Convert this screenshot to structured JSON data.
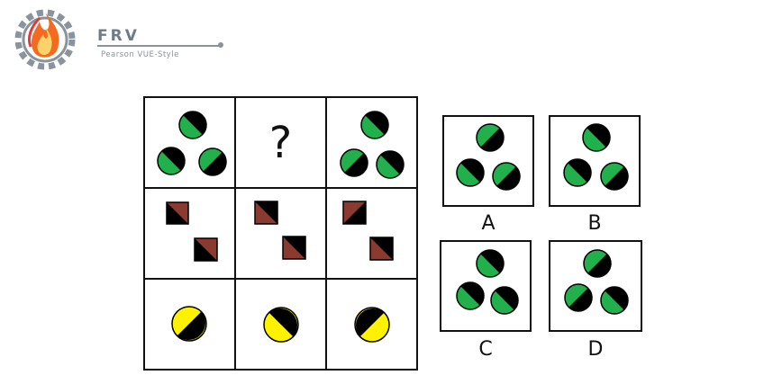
{
  "logo": {
    "text": "FRV",
    "subtitle": "Pearson VUE-Style"
  },
  "matrix": {
    "question_mark": "?"
  },
  "options": {
    "A": "A",
    "B": "B",
    "C": "C",
    "D": "D"
  },
  "colors": {
    "green": "#21b04b",
    "brown": "#8b3a2f",
    "yellow": "#fff200",
    "black": "#000000"
  }
}
